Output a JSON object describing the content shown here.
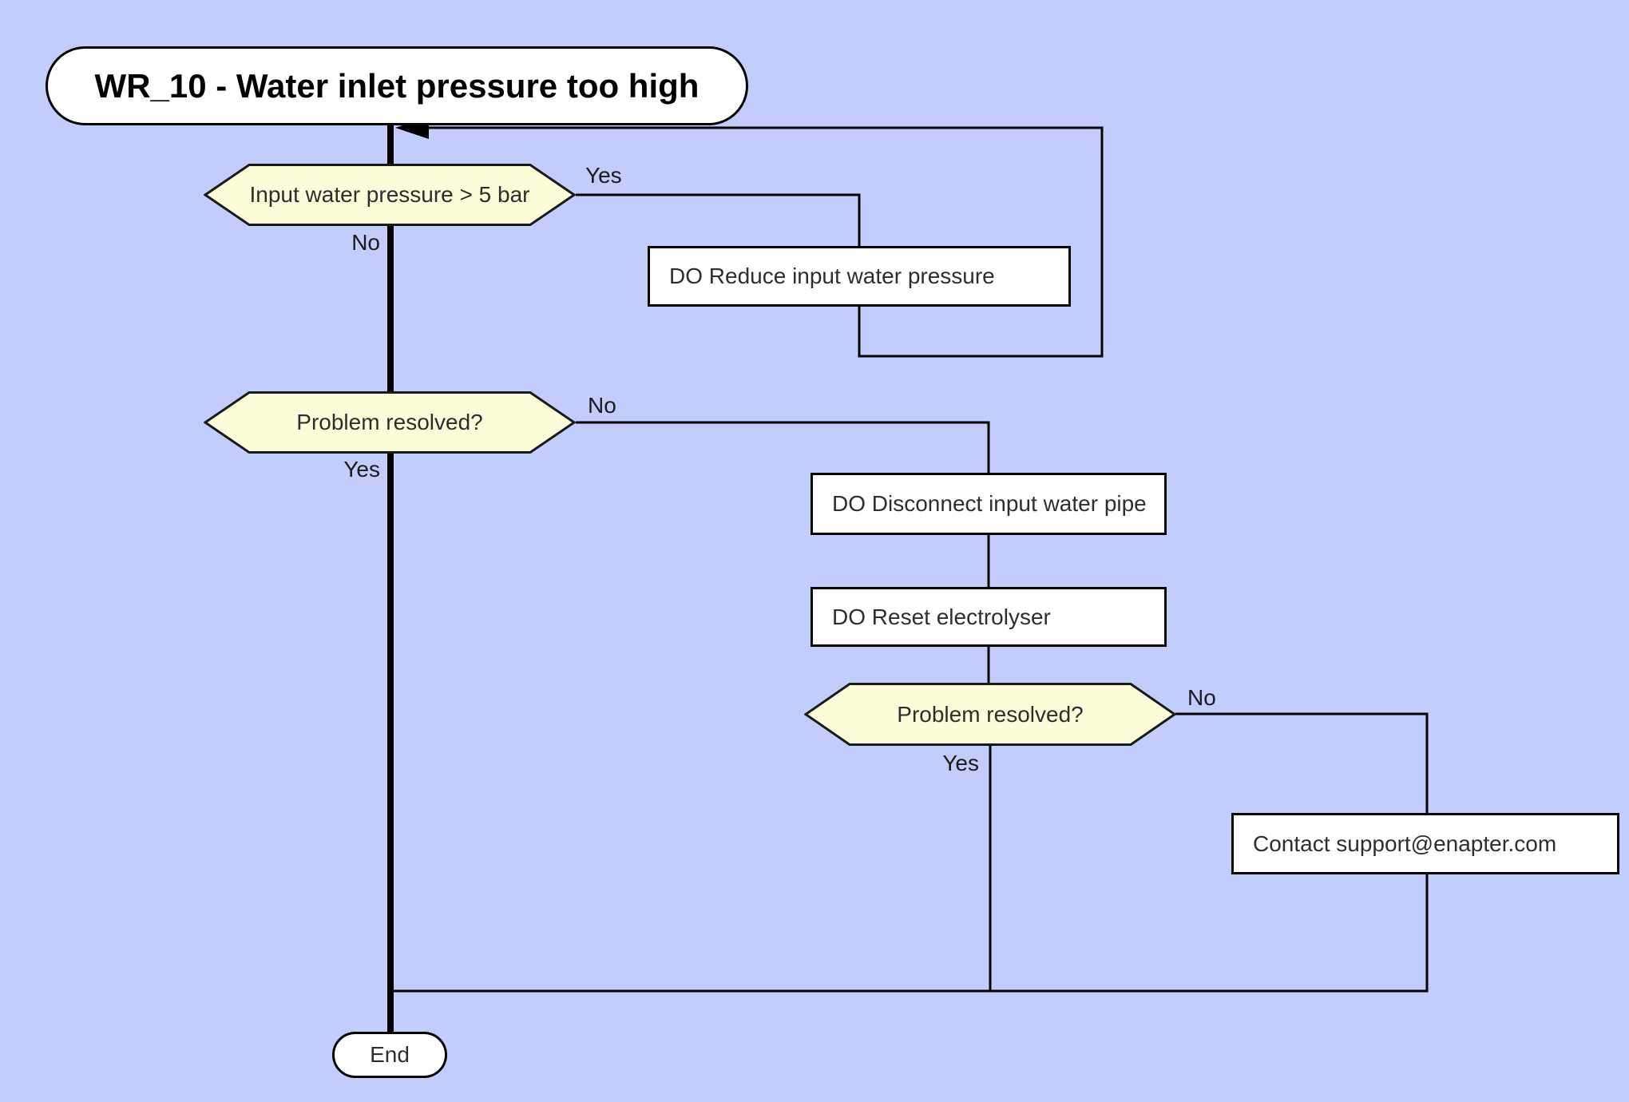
{
  "flowchart": {
    "title_node": "WR_10 - Water inlet pressure too high",
    "decisions": {
      "d1": "Input water pressure > 5 bar",
      "d2": "Problem resolved?",
      "d3": "Problem resolved?"
    },
    "actions": {
      "reduce": "DO Reduce input water pressure",
      "disconnect": "DO Disconnect input water pipe",
      "reset": "DO Reset electrolyser",
      "contact": "Contact support@enapter.com"
    },
    "terminal": {
      "end": "End"
    },
    "edge_labels": {
      "d1_yes": "Yes",
      "d1_no": "No",
      "d2_no": "No",
      "d2_yes": "Yes",
      "d3_no": "No",
      "d3_yes": "Yes"
    },
    "colors": {
      "background": "#c2cdfc",
      "decision_fill": "#fcfcd8",
      "node_fill": "#ffffff",
      "stroke": "#1a1a1a",
      "line": "#000000"
    }
  }
}
